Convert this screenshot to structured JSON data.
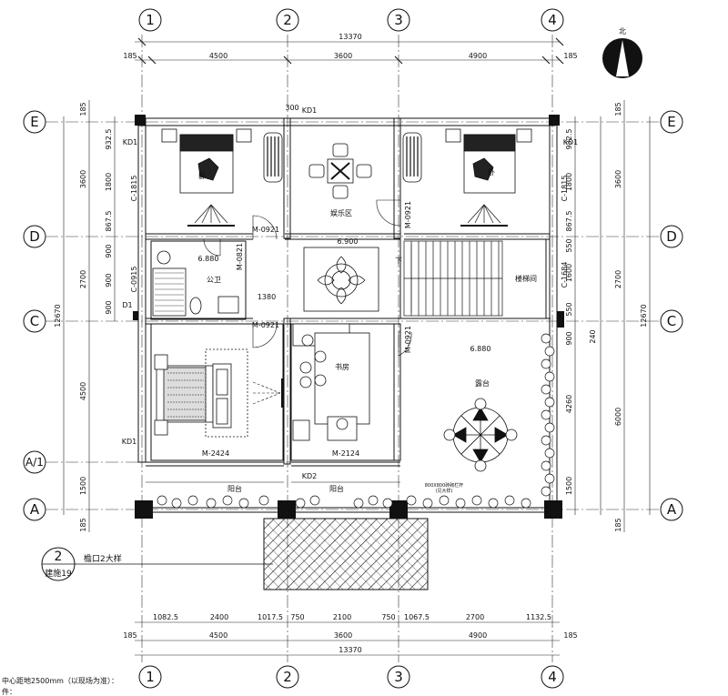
{
  "north": {
    "label": "北"
  },
  "grid_columns": [
    "1",
    "2",
    "3",
    "4"
  ],
  "grid_rows": [
    "E",
    "D",
    "C",
    "A/1",
    "A"
  ],
  "dims_top": {
    "overall": "13370",
    "segments": [
      "185",
      "4500",
      "3600",
      "4900",
      "185"
    ]
  },
  "dims_bottom": {
    "overall": "13370",
    "segments": [
      "185",
      "4500",
      "3600",
      "4900",
      "185"
    ],
    "openings": [
      "1082.5",
      "2400",
      "1017.5",
      "750",
      "2100",
      "750",
      "1067.5",
      "2700",
      "1132.5"
    ]
  },
  "dims_left": {
    "overall": "12670",
    "outer": [
      "185",
      "3600",
      "2700",
      "4500",
      "1500",
      "185"
    ],
    "inner": [
      "932.5",
      "1800",
      "867.5",
      "900",
      "900",
      "900"
    ]
  },
  "dims_right": {
    "overall": "12670",
    "outer": [
      "185",
      "3600",
      "2700",
      "6000",
      "185"
    ],
    "inner": [
      "932.5",
      "1800",
      "867.5",
      "550",
      "1600",
      "550",
      "900",
      "4260",
      "1500",
      "240"
    ]
  },
  "rooms": {
    "bed_nw": "卧",
    "bed_ne": "卧",
    "entertainment": "娱乐区",
    "bath": "公卫",
    "stair": "楼梯间",
    "study": "书房",
    "terrace": "露台",
    "balcony_w": "阳台",
    "balcony_c": "阳台"
  },
  "levels": {
    "bath": "6.880",
    "center": "6.900",
    "terrace": "6.880"
  },
  "doors": {
    "m0921_top": "M-0921",
    "m0921_mid": "M-0921",
    "m0921_stair": "M-0921",
    "m0921_study": "M-0921",
    "m0821": "M-0821",
    "m2424": "M-2424",
    "m2124": "M-2124"
  },
  "windows": {
    "c1815_left": "C-1815",
    "c1815_right": "C-1815",
    "c0915": "C-0915",
    "c1684": "C-1684"
  },
  "marks": {
    "kd1_top": "KD1",
    "kd1_left": "KD1",
    "kd1_right": "KD1",
    "kd1_bal": "KD1",
    "kd2": "KD2",
    "d1": "D1",
    "w300": "300",
    "w1380": "1380",
    "down": "下",
    "parapet": "800X800砖砌栏杆",
    "parapet2": "(见大样)"
  },
  "detail_callout": {
    "num": "2",
    "sheet": "建施19",
    "desc": "檐口2大样"
  },
  "notes": [
    "中心距地2500mm（以现场为准）：",
    "件："
  ]
}
